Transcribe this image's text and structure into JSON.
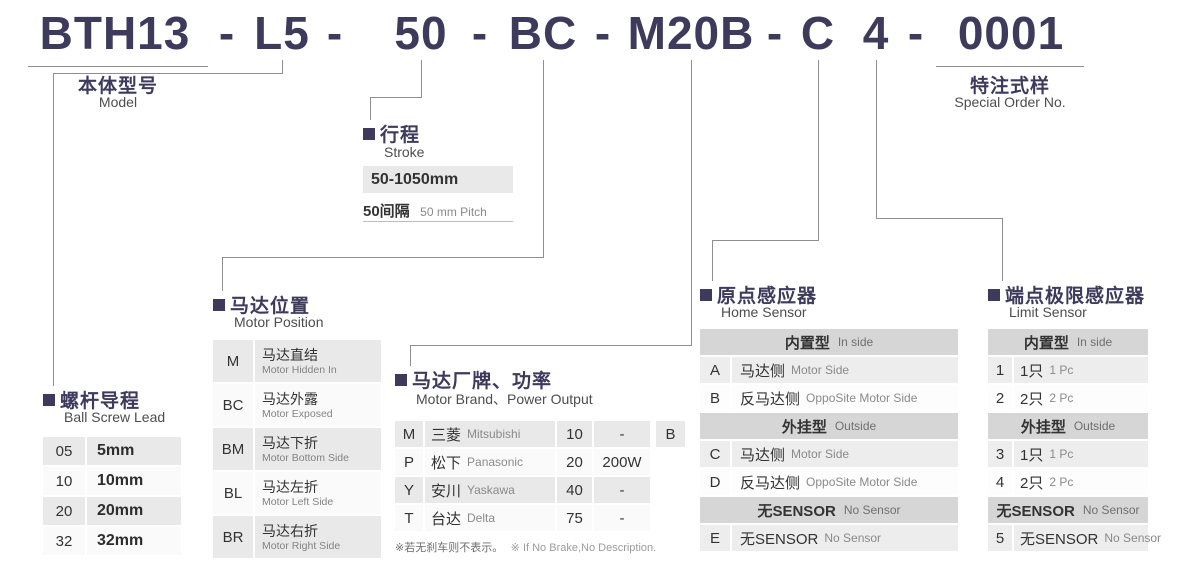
{
  "colors": {
    "accent": "#3d3a5c",
    "row_gray": "#e9e9e9",
    "header_gray": "#d6d6d6",
    "line_gray": "#8f8f8f"
  },
  "model_code": {
    "separator": "-",
    "parts": [
      "BTH13",
      "L5",
      "50",
      "BC",
      "M20B",
      "C",
      "4",
      "0001"
    ]
  },
  "model_label": {
    "zh": "本体型号",
    "en": "Model"
  },
  "special_order": {
    "zh": "特注式样",
    "en": "Special Order No."
  },
  "stroke": {
    "title_zh": "行程",
    "title_en": "Stroke",
    "range": "50-1050mm",
    "pitch_zh": "50间隔",
    "pitch_en": "50 mm Pitch"
  },
  "ball_screw_lead": {
    "title_zh": "螺杆导程",
    "title_en": "Ball Screw Lead",
    "rows": [
      {
        "code": "05",
        "value": "5mm"
      },
      {
        "code": "10",
        "value": "10mm"
      },
      {
        "code": "20",
        "value": "20mm"
      },
      {
        "code": "32",
        "value": "32mm"
      }
    ]
  },
  "motor_position": {
    "title_zh": "马达位置",
    "title_en": "Motor Position",
    "rows": [
      {
        "code": "M",
        "zh": "马达直结",
        "en": "Motor Hidden In"
      },
      {
        "code": "BC",
        "zh": "马达外露",
        "en": "Motor Exposed"
      },
      {
        "code": "BM",
        "zh": "马达下折",
        "en": "Motor Bottom Side"
      },
      {
        "code": "BL",
        "zh": "马达左折",
        "en": "Motor Left Side"
      },
      {
        "code": "BR",
        "zh": "马达右折",
        "en": "Motor Right Side"
      }
    ]
  },
  "motor_brand": {
    "title_zh": "马达厂牌、功率",
    "title_en": "Motor Brand、Power Output",
    "rows": [
      {
        "code": "M",
        "brand_zh": "三菱",
        "brand_en": "Mitsubishi",
        "power_code": "10",
        "power_value": "-",
        "brake": "B"
      },
      {
        "code": "P",
        "brand_zh": "松下",
        "brand_en": "Panasonic",
        "power_code": "20",
        "power_value": "200W",
        "brake": ""
      },
      {
        "code": "Y",
        "brand_zh": "安川",
        "brand_en": "Yaskawa",
        "power_code": "40",
        "power_value": "-",
        "brake": ""
      },
      {
        "code": "T",
        "brand_zh": "台达",
        "brand_en": "Delta",
        "power_code": "75",
        "power_value": "-",
        "brake": ""
      }
    ],
    "note_zh": "※若无刹车则不表示。",
    "note_en": "※ If No Brake,No Description."
  },
  "home_sensor": {
    "title_zh": "原点感应器",
    "title_en": "Home Sensor",
    "rows": [
      {
        "type": "header",
        "zh": "内置型",
        "en": "In side"
      },
      {
        "type": "data",
        "code": "A",
        "zh": "马达侧",
        "en": "Motor Side"
      },
      {
        "type": "data",
        "code": "B",
        "zh": "反马达侧",
        "en": "OppoSite Motor Side"
      },
      {
        "type": "header",
        "zh": "外挂型",
        "en": "Outside"
      },
      {
        "type": "data",
        "code": "C",
        "zh": "马达侧",
        "en": "Motor Side"
      },
      {
        "type": "data",
        "code": "D",
        "zh": "反马达侧",
        "en": "OppoSite Motor Side"
      },
      {
        "type": "header",
        "zh": "无SENSOR",
        "en": "No Sensor"
      },
      {
        "type": "data",
        "code": "E",
        "zh": "无SENSOR",
        "en": "No Sensor"
      }
    ]
  },
  "limit_sensor": {
    "title_zh": "端点极限感应器",
    "title_en": "Limit Sensor",
    "rows": [
      {
        "type": "header",
        "zh": "内置型",
        "en": "In side"
      },
      {
        "type": "data",
        "code": "1",
        "zh": "1只",
        "en": "1 Pc"
      },
      {
        "type": "data",
        "code": "2",
        "zh": "2只",
        "en": "2 Pc"
      },
      {
        "type": "header",
        "zh": "外挂型",
        "en": "Outside"
      },
      {
        "type": "data",
        "code": "3",
        "zh": "1只",
        "en": "1 Pc"
      },
      {
        "type": "data",
        "code": "4",
        "zh": "2只",
        "en": "2 Pc"
      },
      {
        "type": "header",
        "zh": "无SENSOR",
        "en": "No Sensor"
      },
      {
        "type": "data",
        "code": "5",
        "zh": "无SENSOR",
        "en": "No Sensor"
      }
    ]
  }
}
